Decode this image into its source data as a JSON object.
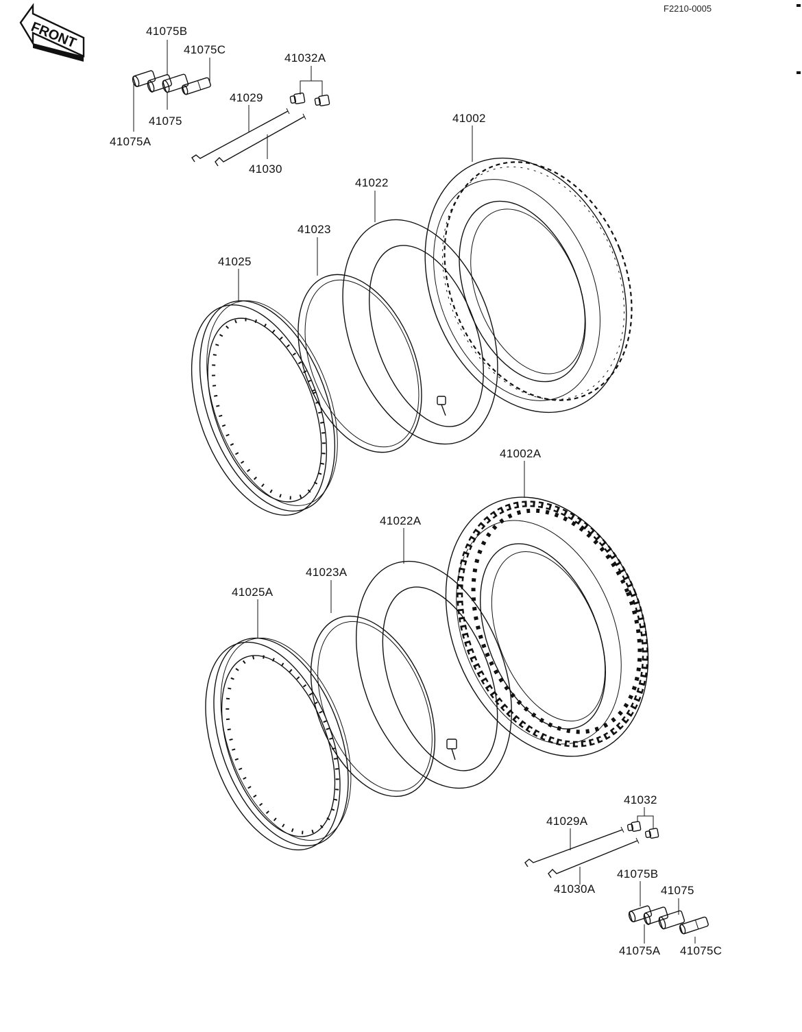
{
  "ref_code": "F2210-0005",
  "front_label": "FRONT",
  "labels": {
    "p41075B_top": "41075B",
    "p41075C_top": "41075C",
    "p41075_top": "41075",
    "p41075A_top": "41075A",
    "p41032A": "41032A",
    "p41029": "41029",
    "p41030": "41030",
    "p41002": "41002",
    "p41022": "41022",
    "p41023": "41023",
    "p41025": "41025",
    "p41002A": "41002A",
    "p41022A": "41022A",
    "p41023A": "41023A",
    "p41025A": "41025A",
    "p41032": "41032",
    "p41029A": "41029A",
    "p41030A": "41030A",
    "p41075B_bot": "41075B",
    "p41075_bot": "41075",
    "p41075A_bot": "41075A",
    "p41075C_bot": "41075C"
  }
}
